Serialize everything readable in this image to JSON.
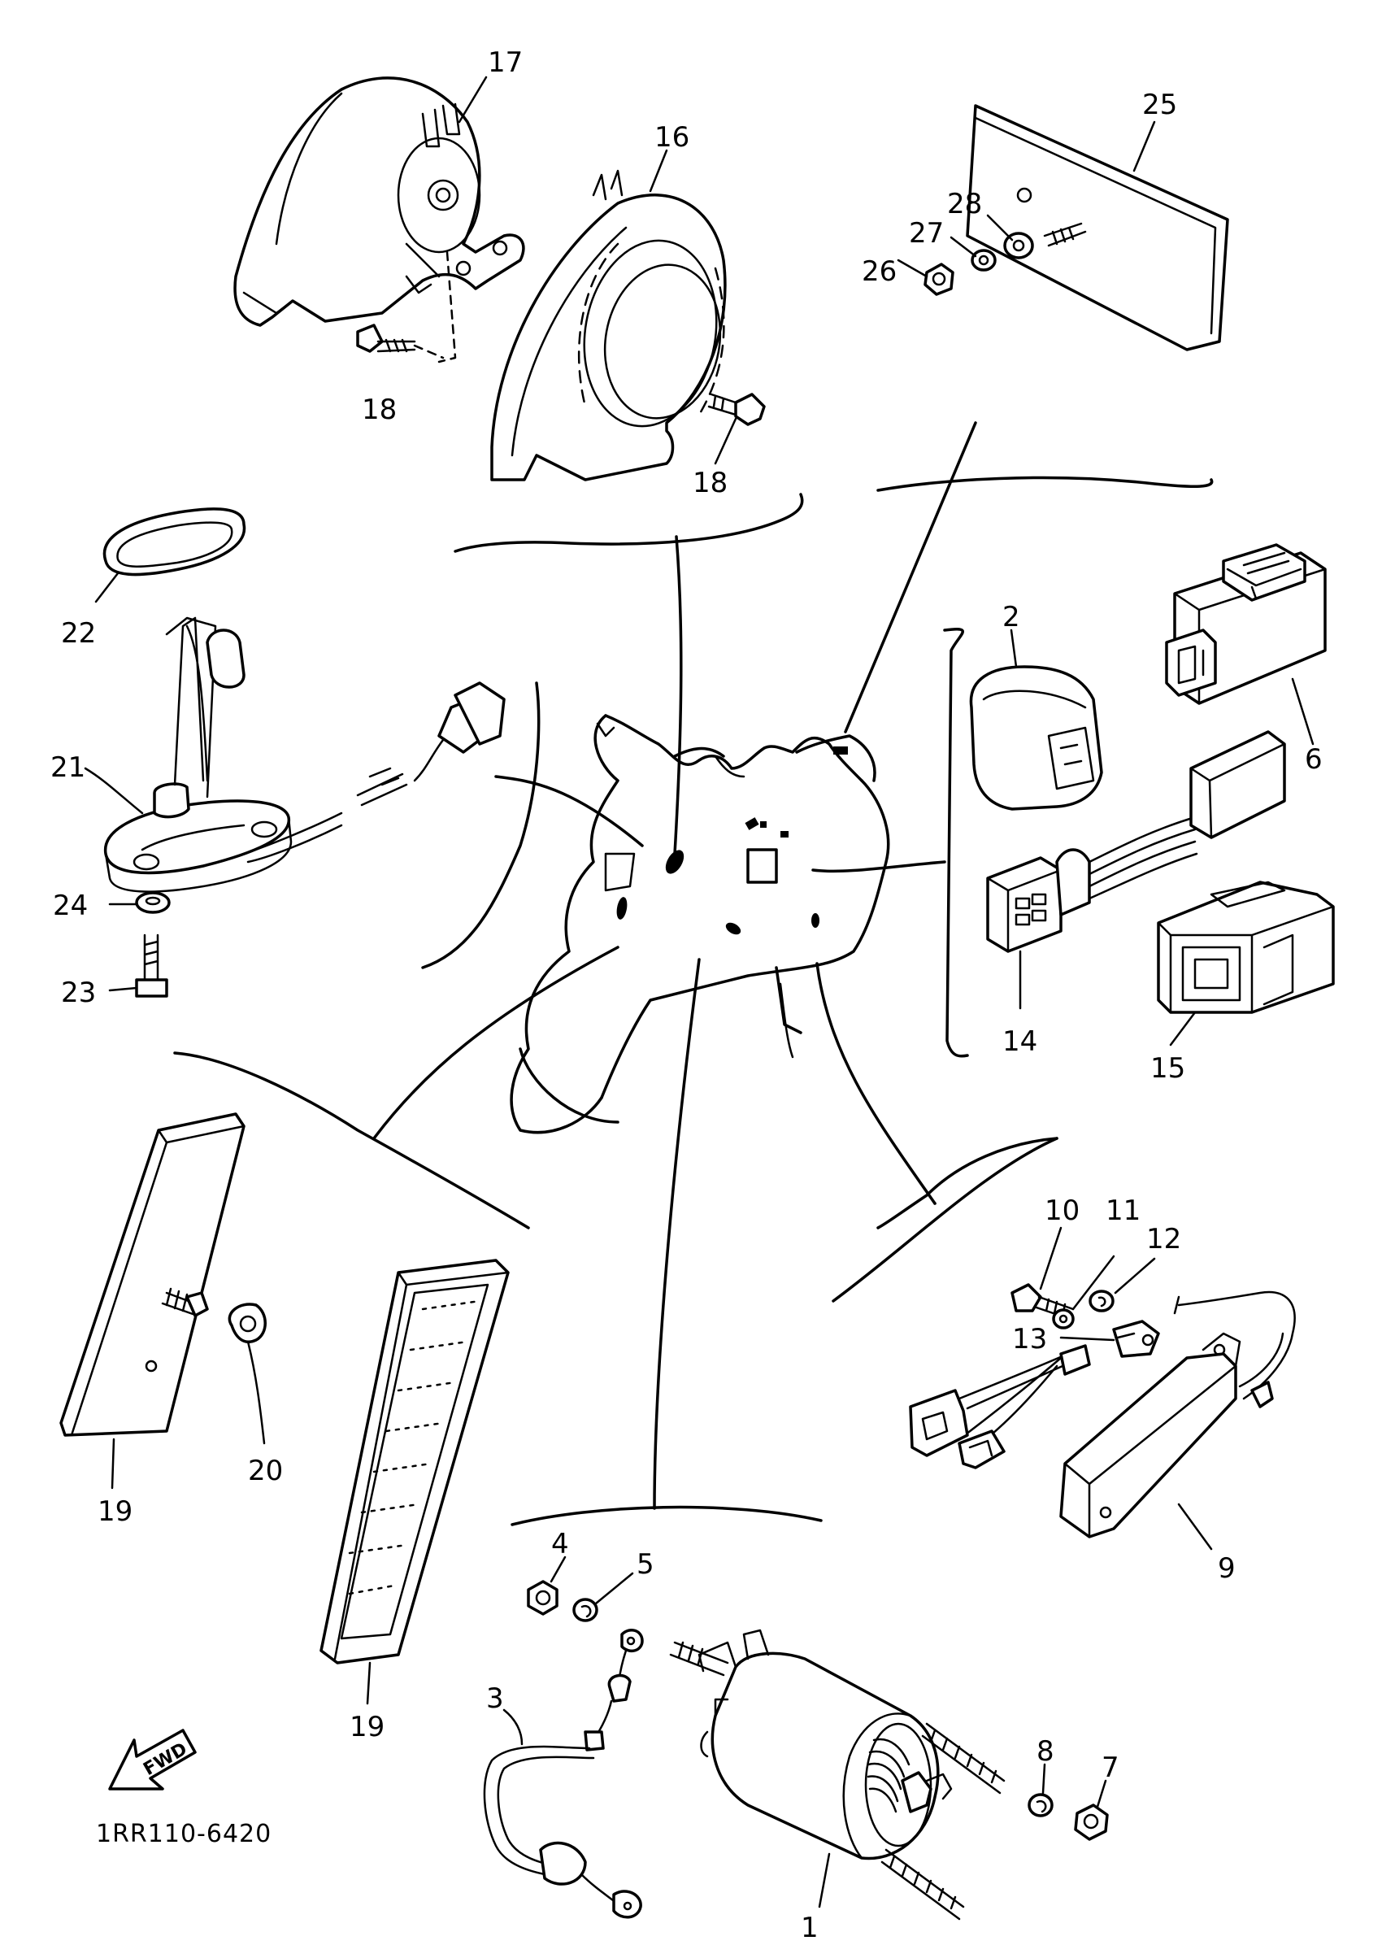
{
  "diagram": {
    "code": "1RR110-6420",
    "fwd_label": "FWD",
    "callouts": {
      "p1": "1",
      "p2": "2",
      "p3": "3",
      "p4": "4",
      "p5": "5",
      "p6": "6",
      "p7": "7",
      "p8": "8",
      "p9": "9",
      "p10": "10",
      "p11": "11",
      "p12": "12",
      "p13": "13",
      "p14": "14",
      "p15": "15",
      "p16": "16",
      "p17": "17",
      "p18a": "18",
      "p18b": "18",
      "p19a": "19",
      "p19b": "19",
      "p20": "20",
      "p21": "21",
      "p22": "22",
      "p23": "23",
      "p24": "24",
      "p25": "25",
      "p26": "26",
      "p27": "27",
      "p28": "28"
    }
  }
}
